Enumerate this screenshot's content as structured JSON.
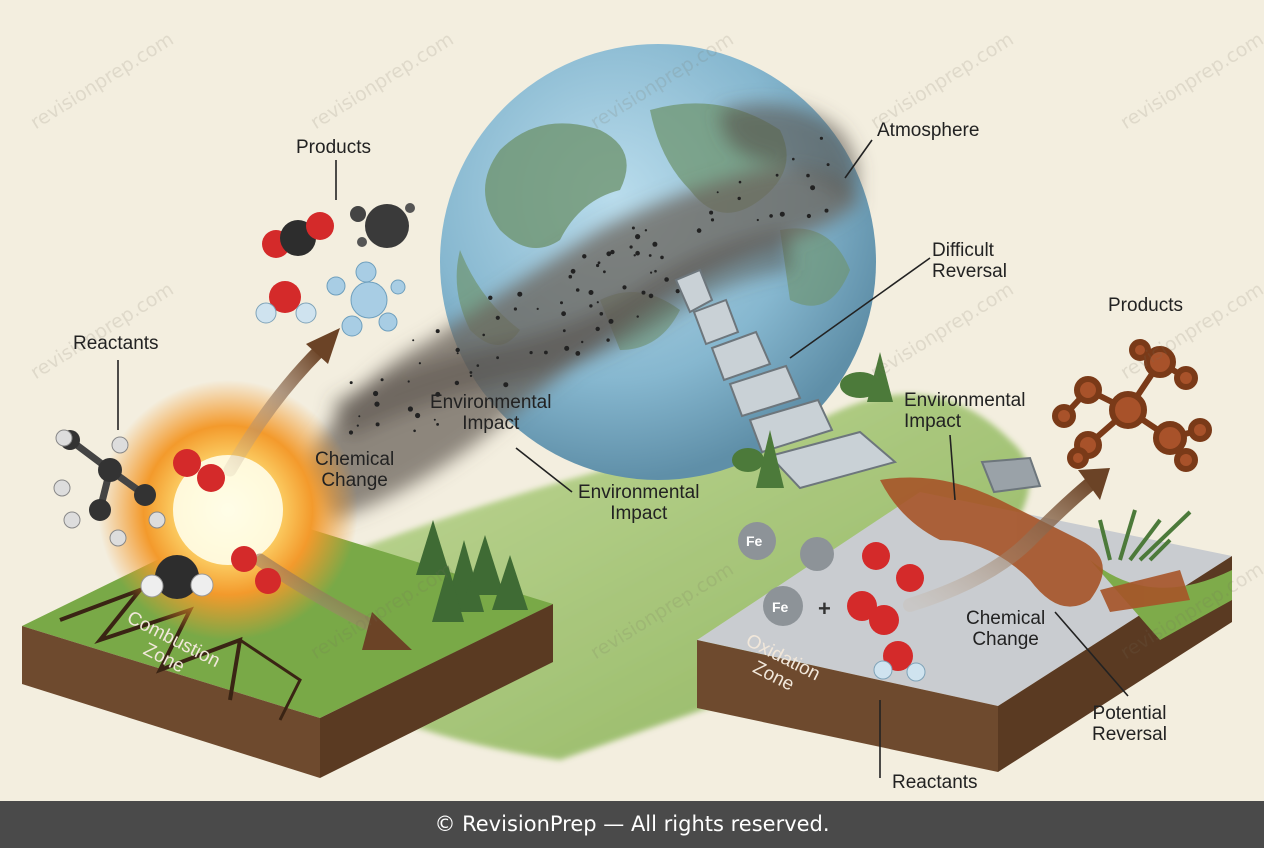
{
  "left_scene": {
    "zone_label": [
      "Combustion",
      "Zone"
    ],
    "reactants_label": "Reactants",
    "products_label": "Products",
    "chemical_change_label": [
      "Chemical",
      "Change"
    ],
    "environmental_impact_labels": [
      [
        "Environmental",
        "Impact"
      ],
      [
        "Environmental",
        "Impact"
      ]
    ]
  },
  "globe": {
    "atmosphere_label": "Atmosphere",
    "difficult_reversal_label": [
      "Difficult",
      "Reversal"
    ]
  },
  "right_scene": {
    "zone_label": [
      "Oxidation",
      "Zone"
    ],
    "products_label": "Products",
    "environmental_impact_label": [
      "Environmental",
      "Impact"
    ],
    "chemical_change_label": [
      "Chemical",
      "Change"
    ],
    "potential_reversal_label": [
      "Potential",
      "Reversal"
    ],
    "reactants_label": "Reactants",
    "iron_symbol": "Fe",
    "plus_sign": "+"
  },
  "watermark": "revisionprep.com",
  "footer": {
    "text": "© RevisionPrep — All rights reserved."
  },
  "colors": {
    "background": "#f3eedf",
    "grass": "#7fae4a",
    "soil": "#6e4a2e",
    "oxygen": "#d42a2a",
    "carbon": "#2d2d2d",
    "rust": "#a65428",
    "smoke": "#6b645c",
    "footer_bg": "#4a4a4a"
  }
}
